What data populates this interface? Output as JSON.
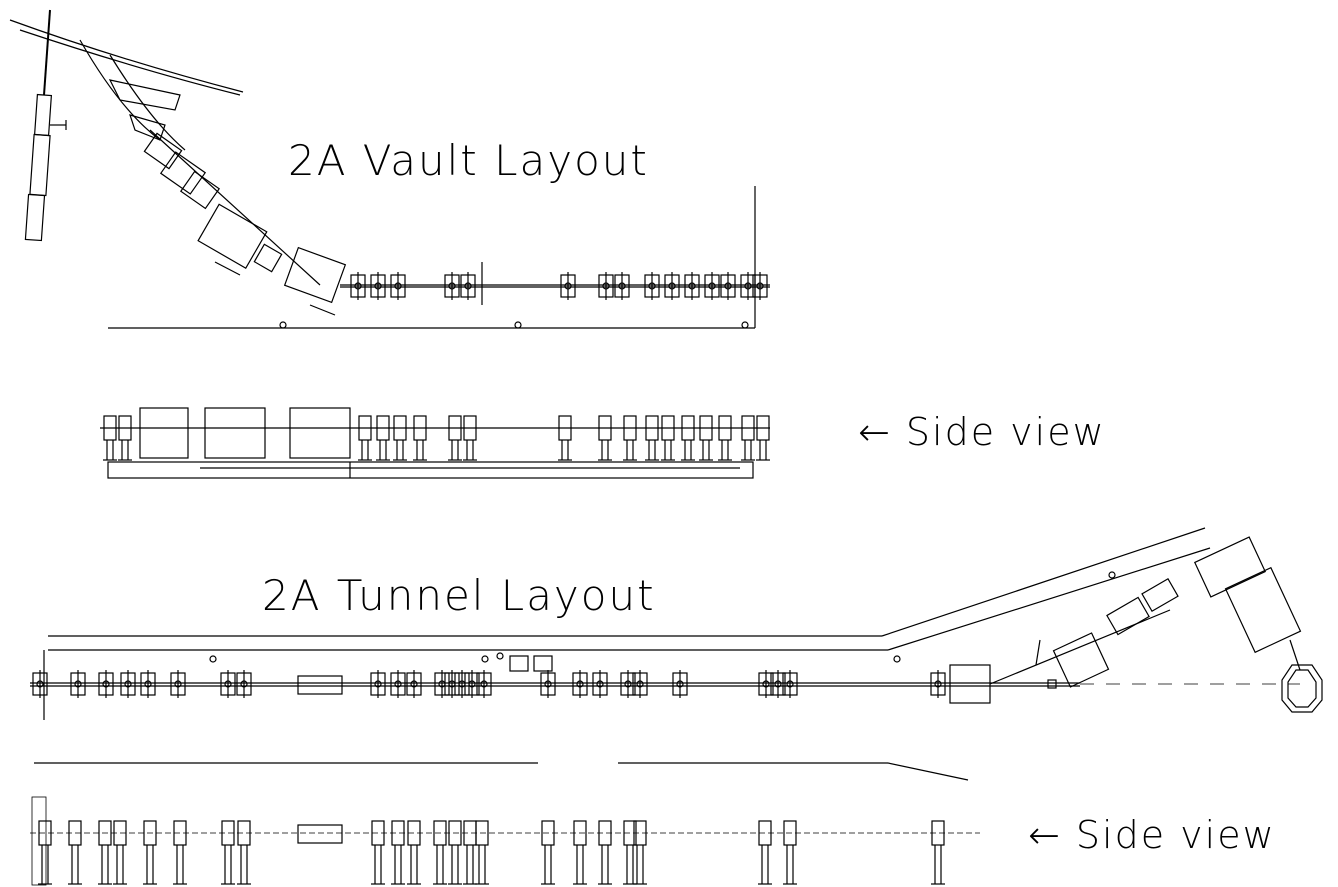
{
  "labels": {
    "vault_title": "2A   Vault   Layout",
    "tunnel_title": "2A   Tunnel   Layout",
    "side_view_upper": "← Side  view",
    "side_view_lower": "← Side  view"
  },
  "colors": {
    "ink": "#000000",
    "background": "#ffffff"
  }
}
